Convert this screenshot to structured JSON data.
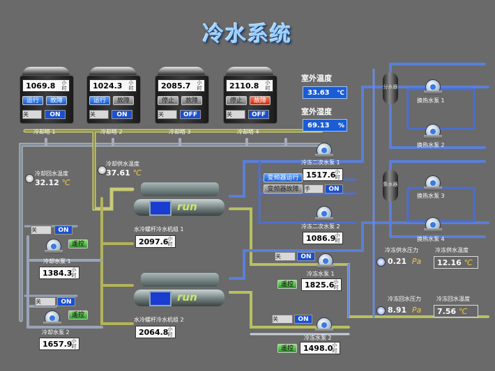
{
  "title": "冷水系统",
  "towers": [
    {
      "label": "冷却塔 1",
      "value": "1069.8",
      "unit": "小时",
      "btn1": "运行",
      "btn2": "故障",
      "btn1_style": "blue",
      "btn2_style": "blue",
      "switch": "关",
      "state": "ON"
    },
    {
      "label": "冷却塔 2",
      "value": "1024.3",
      "unit": "小时",
      "btn1": "运行",
      "btn2": "故障",
      "btn1_style": "blue",
      "btn2_style": "grey",
      "switch": "关",
      "state": "ON"
    },
    {
      "label": "冷却塔 3",
      "value": "2085.7",
      "unit": "小时",
      "btn1": "停止",
      "btn2": "故障",
      "btn1_style": "grey",
      "btn2_style": "grey",
      "switch": "关",
      "state": "OFF"
    },
    {
      "label": "冷却塔 4",
      "value": "2110.8",
      "unit": "小时",
      "btn1": "停止",
      "btn2": "故障",
      "btn1_style": "grey",
      "btn2_style": "red",
      "switch": "关",
      "state": "OFF"
    }
  ],
  "outdoor": {
    "temp_label": "室外温度",
    "temp_value": "33.63",
    "temp_unit": "℃",
    "hum_label": "室外湿度",
    "hum_value": "69.13",
    "hum_unit": "%"
  },
  "cooling_return": {
    "label": "冷却回水温度",
    "value": "32.12",
    "unit": "℃"
  },
  "cooling_supply": {
    "label": "冷却供水温度",
    "value": "37.61",
    "unit": "℃"
  },
  "chillers": [
    {
      "label": "水冷螺杆冷水机组 1",
      "value": "2097.6",
      "unit": "小时",
      "run": "run"
    },
    {
      "label": "水冷螺杆冷水机组 2",
      "value": "2064.8",
      "unit": "小时",
      "run": "run"
    }
  ],
  "cooling_pumps": [
    {
      "label": "冷却水泵 1",
      "value": "1384.3",
      "unit": "小时",
      "switch": "关",
      "state": "ON",
      "remote": "遥控"
    },
    {
      "label": "冷却水泵 2",
      "value": "1657.9",
      "unit": "小时",
      "switch": "关",
      "state": "ON",
      "remote": "遥控"
    }
  ],
  "frozen_pumps": [
    {
      "label": "冷冻水泵 1",
      "value": "1825.6",
      "unit": "小时",
      "switch": "关",
      "state": "ON",
      "remote": "遥控"
    },
    {
      "label": "冷冻水泵 2",
      "value": "1498.0",
      "unit": "小时",
      "switch": "关",
      "state": "ON",
      "remote": "遥控"
    }
  ],
  "secondary_pumps": [
    {
      "label": "冷冻二次水泵 1",
      "value": "1517.6",
      "unit": "小时"
    },
    {
      "label": "冷冻二次水泵 2",
      "value": "1086.9",
      "unit": "小时"
    }
  ],
  "inverter": {
    "run": "变频器运行",
    "fault": "变频器故障",
    "switch": "手",
    "state": "ON"
  },
  "vessels": [
    "分水器",
    "集水器"
  ],
  "hx_pumps": [
    "换热水泵 1",
    "换热水泵 2",
    "换热水泵 3",
    "换热水泵 4"
  ],
  "supply_readings": {
    "pressure_label": "冷冻供水压力",
    "pressure_value": "0.21",
    "pressure_unit": "Pa",
    "temp_label": "冷冻供水温度",
    "temp_value": "12.16",
    "temp_unit": "℃"
  },
  "return_readings": {
    "pressure_label": "冷冻回水压力",
    "pressure_value": "8.91",
    "pressure_unit": "Pa",
    "temp_label": "冷冻回水温度",
    "temp_value": "7.56",
    "temp_unit": "℃"
  },
  "colors": {
    "pipe_blue": "#5a7fd8",
    "pipe_olive": "#b8b860",
    "pipe_grey": "#a9b4c0",
    "accent": "#1a5cd4"
  }
}
